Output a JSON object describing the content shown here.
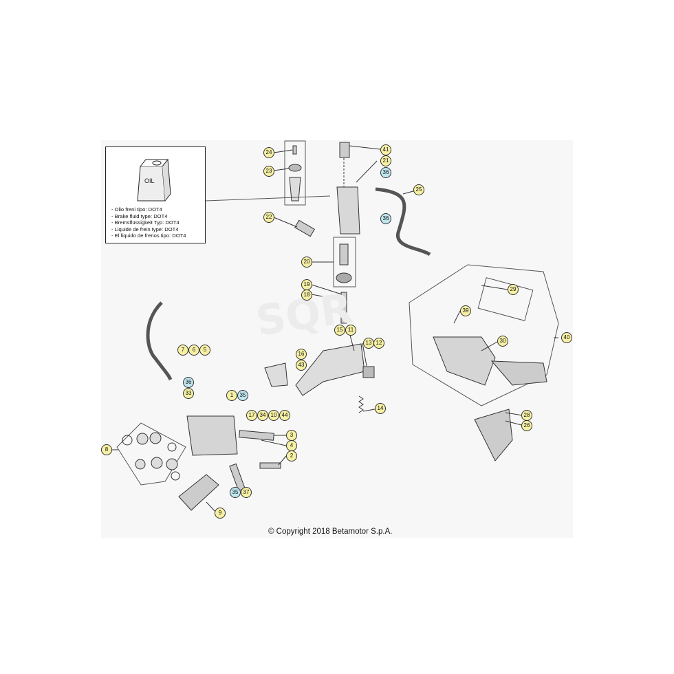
{
  "legend": {
    "oil_label": "OIL",
    "lines": [
      "- Olio freni tipo: DOT4",
      "- Brake fluid type: DOT4",
      "- Bremsflüssigkeit Typ: DOT4",
      "- Liquide de frein type: DOT4",
      "- El líquido de frenos tipo: DOT4"
    ]
  },
  "copyright": "© Copyright 2018 Betamotor S.p.A.",
  "colors": {
    "panel": "#f7f7f7",
    "callout_yellow": "#f6f0a4",
    "callout_blue": "#bfe6ef",
    "line": "#333333"
  },
  "callouts": [
    {
      "id": "24",
      "color": "yellow"
    },
    {
      "id": "23",
      "color": "yellow"
    },
    {
      "id": "22",
      "color": "yellow"
    },
    {
      "id": "41",
      "color": "yellow"
    },
    {
      "id": "21",
      "color": "yellow"
    },
    {
      "id": "36",
      "color": "blue"
    },
    {
      "id": "25",
      "color": "yellow"
    },
    {
      "id": "36",
      "color": "blue"
    },
    {
      "id": "20",
      "color": "yellow"
    },
    {
      "id": "19",
      "color": "yellow"
    },
    {
      "id": "18",
      "color": "yellow"
    },
    {
      "id": "29",
      "color": "yellow"
    },
    {
      "id": "39",
      "color": "yellow"
    },
    {
      "id": "40",
      "color": "yellow"
    },
    {
      "id": "30",
      "color": "yellow"
    },
    {
      "id": "15",
      "color": "yellow"
    },
    {
      "id": "11",
      "color": "yellow"
    },
    {
      "id": "16",
      "color": "yellow"
    },
    {
      "id": "43",
      "color": "yellow"
    },
    {
      "id": "13",
      "color": "yellow"
    },
    {
      "id": "12",
      "color": "yellow"
    },
    {
      "id": "7",
      "color": "yellow"
    },
    {
      "id": "6",
      "color": "yellow"
    },
    {
      "id": "5",
      "color": "yellow"
    },
    {
      "id": "36",
      "color": "blue"
    },
    {
      "id": "33",
      "color": "yellow"
    },
    {
      "id": "1",
      "color": "yellow"
    },
    {
      "id": "35",
      "color": "blue"
    },
    {
      "id": "17",
      "color": "yellow"
    },
    {
      "id": "34",
      "color": "yellow"
    },
    {
      "id": "10",
      "color": "yellow"
    },
    {
      "id": "44",
      "color": "yellow"
    },
    {
      "id": "14",
      "color": "yellow"
    },
    {
      "id": "28",
      "color": "yellow"
    },
    {
      "id": "26",
      "color": "yellow"
    },
    {
      "id": "3",
      "color": "yellow"
    },
    {
      "id": "4",
      "color": "yellow"
    },
    {
      "id": "2",
      "color": "yellow"
    },
    {
      "id": "8",
      "color": "yellow"
    },
    {
      "id": "9",
      "color": "yellow"
    },
    {
      "id": "35",
      "color": "blue"
    },
    {
      "id": "37",
      "color": "yellow"
    }
  ]
}
